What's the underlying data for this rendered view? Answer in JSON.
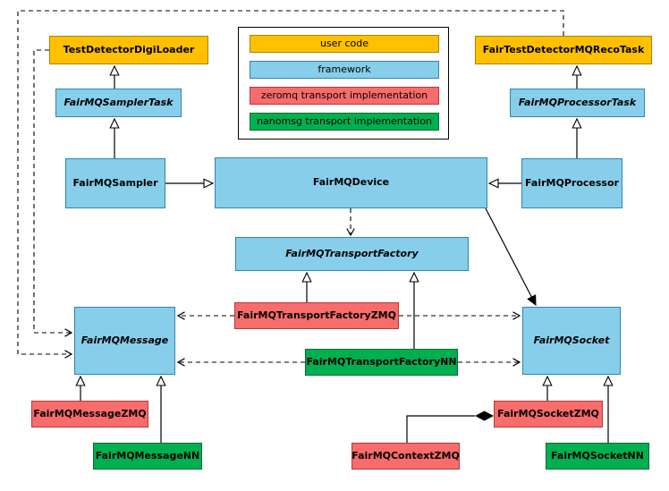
{
  "palette": {
    "user_code": "#ffc000",
    "framework": "#87ceeb",
    "zeromq": "#f96c6c",
    "nanomsg": "#00b050",
    "line": "#000000",
    "background": "#ffffff"
  },
  "legend": {
    "items": [
      {
        "label": "user code",
        "category": "user-code"
      },
      {
        "label": "framework",
        "category": "framework"
      },
      {
        "label": "zeromq transport implementation",
        "category": "zeromq"
      },
      {
        "label": "nanomsg transport implementation",
        "category": "nanomsg"
      }
    ]
  },
  "nodes": {
    "loader": {
      "label": "TestDetectorDigiLoader",
      "category": "user-code",
      "abstract": false
    },
    "recoTask": {
      "label": "FairTestDetectorMQRecoTask",
      "category": "user-code",
      "abstract": false
    },
    "samplerTask": {
      "label": "FairMQSamplerTask",
      "category": "framework",
      "abstract": true
    },
    "processorTask": {
      "label": "FairMQProcessorTask",
      "category": "framework",
      "abstract": true
    },
    "sampler": {
      "label": "FairMQSampler",
      "category": "framework",
      "abstract": false
    },
    "device": {
      "label": "FairMQDevice",
      "category": "framework",
      "abstract": false
    },
    "processor": {
      "label": "FairMQProcessor",
      "category": "framework",
      "abstract": false
    },
    "transportFactory": {
      "label": "FairMQTransportFactory",
      "category": "framework",
      "abstract": true
    },
    "transportFactoryZMQ": {
      "label": "FairMQTransportFactoryZMQ",
      "category": "zeromq",
      "abstract": false
    },
    "transportFactoryNN": {
      "label": "FairMQTransportFactoryNN",
      "category": "nanomsg",
      "abstract": false
    },
    "message": {
      "label": "FairMQMessage",
      "category": "framework",
      "abstract": true
    },
    "socket": {
      "label": "FairMQSocket",
      "category": "framework",
      "abstract": true
    },
    "messageZMQ": {
      "label": "FairMQMessageZMQ",
      "category": "zeromq",
      "abstract": false
    },
    "messageNN": {
      "label": "FairMQMessageNN",
      "category": "nanomsg",
      "abstract": false
    },
    "contextZMQ": {
      "label": "FairMQContextZMQ",
      "category": "zeromq",
      "abstract": false
    },
    "socketZMQ": {
      "label": "FairMQSocketZMQ",
      "category": "zeromq",
      "abstract": false
    },
    "socketNN": {
      "label": "FairMQSocketNN",
      "category": "nanomsg",
      "abstract": false
    }
  },
  "edges": [
    {
      "from": "FairMQSamplerTask",
      "to": "TestDetectorDigiLoader",
      "type": "solid-triangle"
    },
    {
      "from": "FairMQSampler",
      "to": "FairMQSamplerTask",
      "type": "solid-triangle"
    },
    {
      "from": "FairMQProcessorTask",
      "to": "FairTestDetectorMQRecoTask",
      "type": "solid-triangle"
    },
    {
      "from": "FairMQProcessor",
      "to": "FairMQProcessorTask",
      "type": "solid-triangle"
    },
    {
      "from": "FairMQSampler",
      "to": "FairMQDevice",
      "type": "solid-triangle"
    },
    {
      "from": "FairMQProcessor",
      "to": "FairMQDevice",
      "type": "solid-triangle"
    },
    {
      "from": "FairMQDevice",
      "to": "FairMQTransportFactory",
      "type": "dashed-arrow"
    },
    {
      "from": "FairMQDevice",
      "to": "FairMQSocket",
      "type": "solid-arrow"
    },
    {
      "from": "FairMQTransportFactoryZMQ",
      "to": "FairMQTransportFactory",
      "type": "solid-triangle"
    },
    {
      "from": "FairMQTransportFactoryNN",
      "to": "FairMQTransportFactory",
      "type": "solid-triangle"
    },
    {
      "from": "FairMQTransportFactoryZMQ",
      "to": "FairMQMessage",
      "type": "dashed-arrow"
    },
    {
      "from": "FairMQTransportFactoryZMQ",
      "to": "FairMQSocket",
      "type": "dashed-arrow"
    },
    {
      "from": "FairMQTransportFactoryNN",
      "to": "FairMQMessage",
      "type": "dashed-arrow"
    },
    {
      "from": "FairMQTransportFactoryNN",
      "to": "FairMQSocket",
      "type": "dashed-arrow"
    },
    {
      "from": "TestDetectorDigiLoader",
      "to": "FairMQMessage",
      "type": "dashed-arrow"
    },
    {
      "from": "FairTestDetectorMQRecoTask",
      "to": "FairMQMessage",
      "type": "dashed-arrow"
    },
    {
      "from": "FairMQMessageZMQ",
      "to": "FairMQMessage",
      "type": "solid-triangle"
    },
    {
      "from": "FairMQMessageNN",
      "to": "FairMQMessage",
      "type": "solid-triangle"
    },
    {
      "from": "FairMQSocketZMQ",
      "to": "FairMQSocket",
      "type": "solid-triangle"
    },
    {
      "from": "FairMQSocketNN",
      "to": "FairMQSocket",
      "type": "solid-triangle"
    },
    {
      "from": "FairMQContextZMQ",
      "to": "FairMQSocketZMQ",
      "type": "composition-diamond"
    }
  ]
}
